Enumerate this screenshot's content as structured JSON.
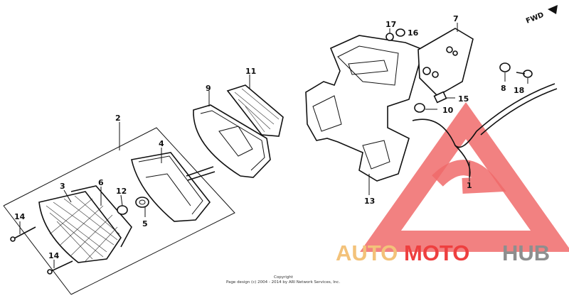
{
  "parts": {
    "p1": "1",
    "p2": "2",
    "p3": "3",
    "p4": "4",
    "p5": "5",
    "p6": "6",
    "p7": "7",
    "p8": "8",
    "p9": "9",
    "p10": "10",
    "p11": "11",
    "p12": "12",
    "p13": "13",
    "p14a": "14",
    "p14b": "14",
    "p15": "15",
    "p16": "16",
    "p17": "17",
    "p18a": "18",
    "p18b": "18"
  },
  "direction": "FWD",
  "copyright": {
    "line1": "Copyright",
    "line2": "Page design (c) 2004 - 2014 by ARI Network Services, Inc."
  },
  "watermark": {
    "word1": "AUTO",
    "word2": "MOTO",
    "word3": "HUB",
    "color_orange": "#f3c27a",
    "color_red": "#ee3f3f",
    "color_gray": "#8e8e8e"
  }
}
